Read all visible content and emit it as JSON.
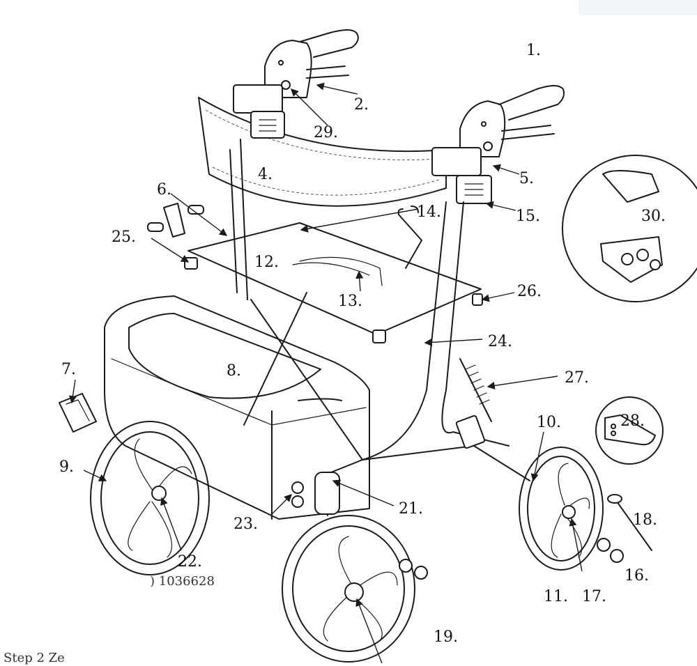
{
  "labels": {
    "l1": "1.",
    "l2": "2.",
    "l4": "4.",
    "l5": "5.",
    "l6": "6.",
    "l7": "7.",
    "l8": "8.",
    "l9": "9.",
    "l10": "10.",
    "l11": "11.",
    "l12": "12.",
    "l13": "13.",
    "l14": "14.",
    "l15": "15.",
    "l16": "16.",
    "l17": "17.",
    "l18": "18.",
    "l19": "19.",
    "l21": "21.",
    "l22": "22.",
    "l23": "23.",
    "l24": "24.",
    "l25": "25.",
    "l26": "26.",
    "l27": "27.",
    "l28": "28.",
    "l29": "29.",
    "l30": "30."
  },
  "fragments": {
    "code": ") 1036628",
    "step": "Step 2 Ze"
  },
  "colors": {
    "line": "#1a1a1a",
    "panel": "#f2f5f7"
  }
}
